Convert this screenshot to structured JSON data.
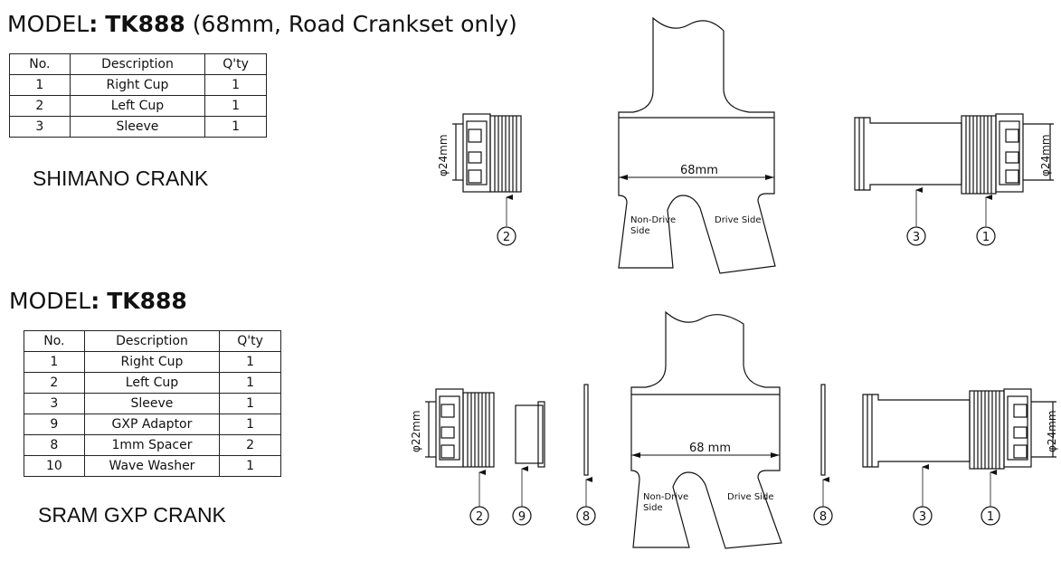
{
  "shimano": {
    "model_prefix": "MODEL",
    "colon": ":",
    "model_code": "TK888",
    "model_note": "(68mm, Road Crankset only)",
    "crank_label": "SHIMANO CRANK",
    "table": {
      "headers": [
        "No.",
        "Description",
        "Q'ty"
      ],
      "rows": [
        [
          "1",
          "Right Cup",
          "1"
        ],
        [
          "2",
          "Left Cup",
          "1"
        ],
        [
          "3",
          "Sleeve",
          "1"
        ]
      ]
    },
    "diagram": {
      "shell_width": "68mm",
      "non_drive_line1": "Non-Drive",
      "non_drive_line2": "Side",
      "drive_side": "Drive Side",
      "left_cup_dim": "φ24mm",
      "right_cup_dim": "φ24mm",
      "callouts": [
        "2",
        "3",
        "1"
      ]
    }
  },
  "sram": {
    "model_prefix": "MODEL",
    "colon": ":",
    "model_code": "TK888",
    "crank_label": "SRAM GXP CRANK",
    "table": {
      "headers": [
        "No.",
        "Description",
        "Q'ty"
      ],
      "rows": [
        [
          "1",
          "Right Cup",
          "1"
        ],
        [
          "2",
          "Left Cup",
          "1"
        ],
        [
          "3",
          "Sleeve",
          "1"
        ],
        [
          "9",
          "GXP Adaptor",
          "1"
        ],
        [
          "8",
          "1mm Spacer",
          "2"
        ],
        [
          "10",
          "Wave Washer",
          "1"
        ]
      ]
    },
    "diagram": {
      "shell_width": "68 mm",
      "non_drive_line1": "Non-Drive",
      "non_drive_line2": "Side",
      "drive_side": "Drive Side",
      "left_cup_dim": "φ22mm",
      "right_cup_dim": "φ24mm",
      "callouts": [
        "2",
        "9",
        "8",
        "8",
        "3",
        "1"
      ]
    }
  }
}
